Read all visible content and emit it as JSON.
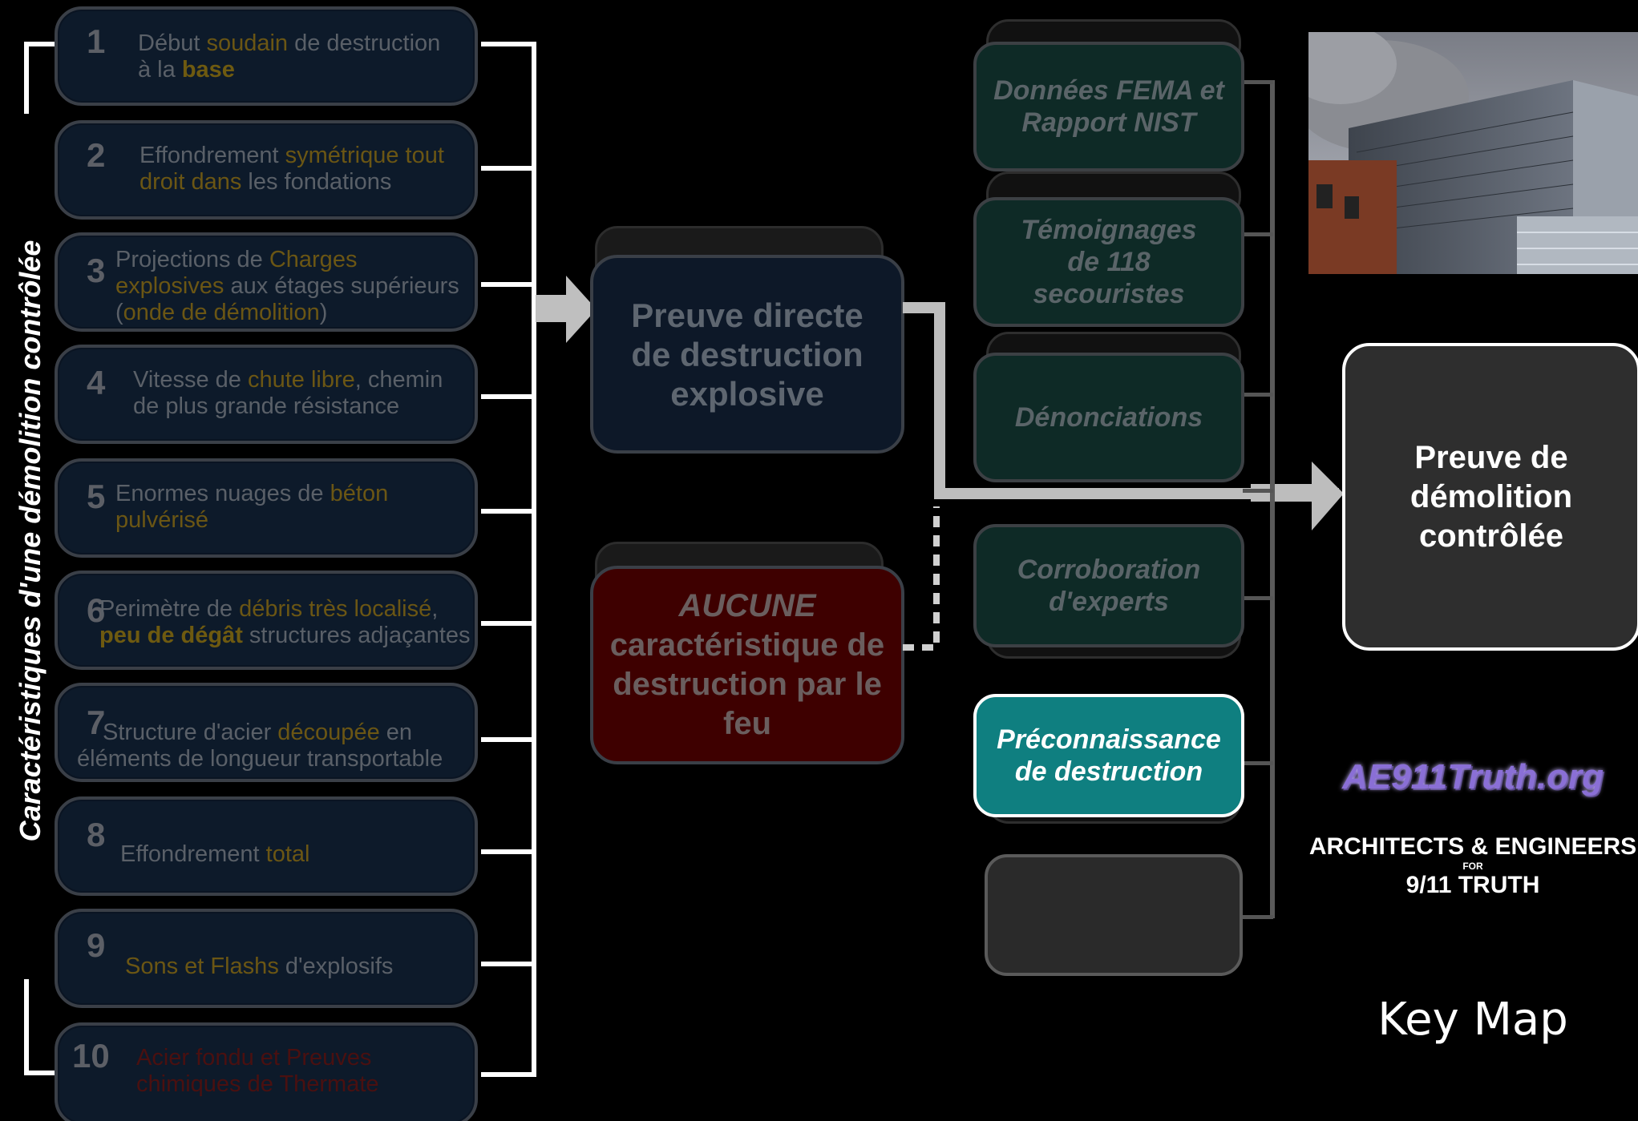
{
  "vertical_title": "Caractéristiques d'une démolition contrôlée",
  "characteristics": [
    {
      "num": "1",
      "parts": [
        {
          "t": "Début ",
          "c": ""
        },
        {
          "t": "soudain",
          "c": "gold"
        },
        {
          "t": " de destruction à la ",
          "c": ""
        },
        {
          "t": "base",
          "c": "gold-b"
        }
      ]
    },
    {
      "num": "2",
      "parts": [
        {
          "t": "Effondrement ",
          "c": ""
        },
        {
          "t": "symétrique tout droit dans",
          "c": "gold"
        },
        {
          "t": " les fondations",
          "c": ""
        }
      ]
    },
    {
      "num": "3",
      "parts": [
        {
          "t": "Projections de ",
          "c": ""
        },
        {
          "t": "Charges explosives",
          "c": "gold"
        },
        {
          "t": "  aux étages supérieurs (",
          "c": ""
        },
        {
          "t": "onde de démolition",
          "c": "gold"
        },
        {
          "t": ")",
          "c": ""
        }
      ]
    },
    {
      "num": "4",
      "parts": [
        {
          "t": "Vitesse de ",
          "c": ""
        },
        {
          "t": "chute libre",
          "c": "gold"
        },
        {
          "t": ", chemin de plus grande résistance",
          "c": ""
        }
      ]
    },
    {
      "num": "5",
      "parts": [
        {
          "t": "Enormes nuages de ",
          "c": ""
        },
        {
          "t": "béton pulvérisé",
          "c": "gold"
        }
      ]
    },
    {
      "num": "6",
      "parts": [
        {
          "t": "Perimètre de ",
          "c": ""
        },
        {
          "t": "débris très localisé",
          "c": "gold"
        },
        {
          "t": ", ",
          "c": ""
        },
        {
          "t": "peu de dégât",
          "c": "gold-b"
        },
        {
          "t": " structures adjaçantes",
          "c": ""
        }
      ]
    },
    {
      "num": "7",
      "parts": [
        {
          "t": "Structure d'acier ",
          "c": ""
        },
        {
          "t": "découpée",
          "c": "gold"
        },
        {
          "t": " en éléments de longueur transportable",
          "c": ""
        }
      ]
    },
    {
      "num": "8",
      "parts": [
        {
          "t": "Effondrement ",
          "c": ""
        },
        {
          "t": "total",
          "c": "gold"
        }
      ]
    },
    {
      "num": "9",
      "parts": [
        {
          "t": "Sons et Flashs",
          "c": "gold"
        },
        {
          "t": " d'explosifs",
          "c": ""
        }
      ]
    },
    {
      "num": "10",
      "parts": [
        {
          "t": "Acier fondu et Preuves chimiques de Thermate",
          "c": "red"
        }
      ]
    }
  ],
  "center": {
    "direct_proof": "Preuve directe de destruction explosive",
    "no_fire": "AUCUNE caractéristique de destruction par le feu",
    "no_fire_first_word": "AUCUNE"
  },
  "evidence": [
    "Données  FEMA et Rapport  NIST",
    "Témoignages de 118 secouristes",
    "Dénonciations",
    "Corroboration d'experts",
    "Préconnaissance de destruction",
    ""
  ],
  "conclusion": "Preuve de démolition contrôlée",
  "brand": {
    "site": "AE911Truth.org",
    "line1": "ARCHITECTS & ENGINEERS",
    "line2": "FOR",
    "line3": "9/11 TRUTH"
  },
  "key_map": "Key Map",
  "colors": {
    "gold": "#6b5614",
    "teal": "#0f7f80",
    "dark_red": "#3e0000"
  }
}
